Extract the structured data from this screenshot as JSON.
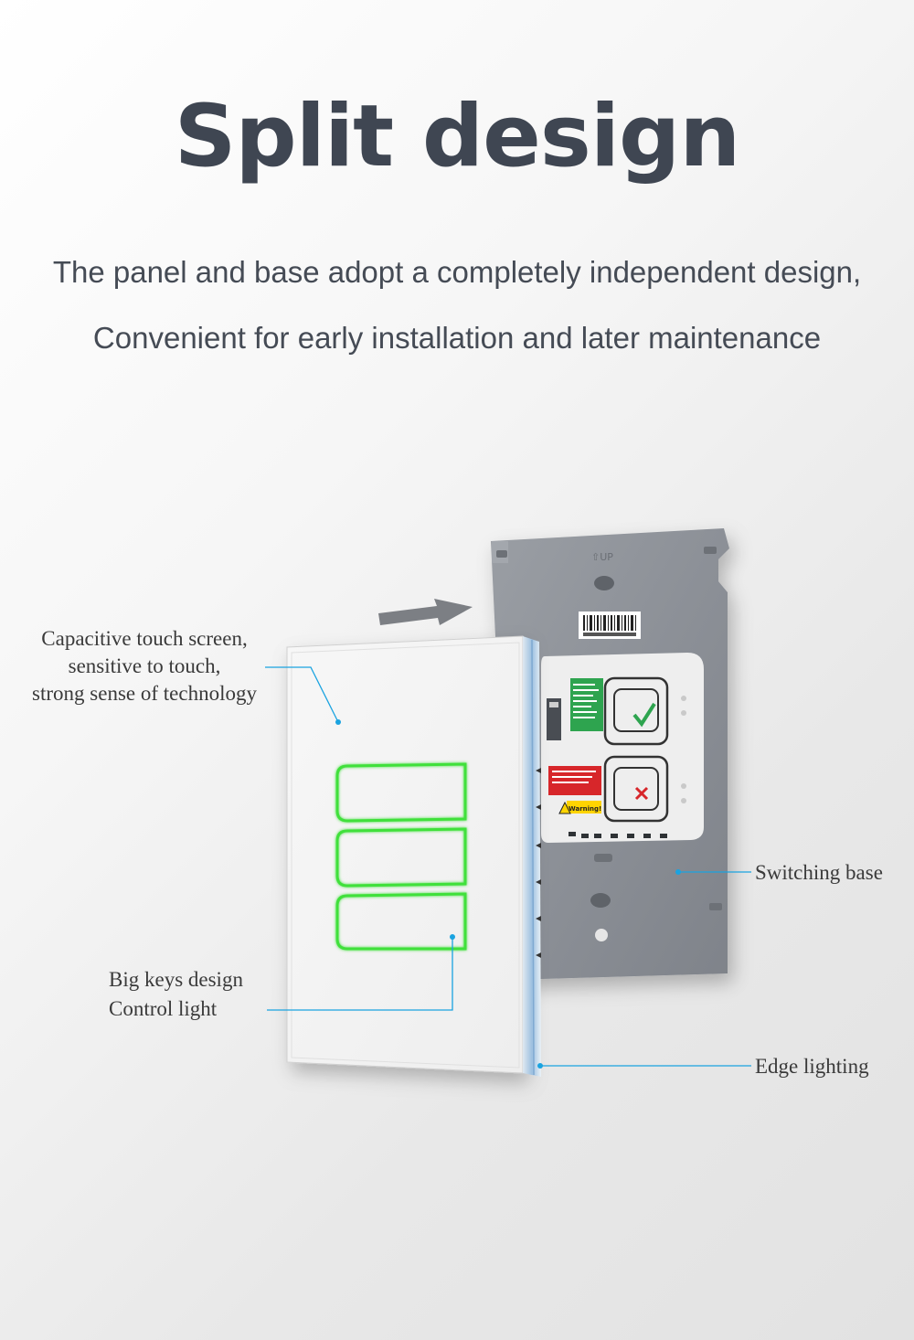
{
  "header": {
    "title": "Split design",
    "subtitle_line1": "The panel and base adopt a completely independent design,",
    "subtitle_line2": "Convenient for early installation and later maintenance"
  },
  "callouts": {
    "touch_screen": {
      "line1": "Capacitive touch screen,",
      "line2": "sensitive to touch,",
      "line3": "strong sense of technology"
    },
    "big_keys": {
      "line1": "Big keys design",
      "line2": "Control light"
    },
    "switching_base": "Switching base",
    "edge_lighting": "Edge lighting"
  },
  "base_labels": {
    "up_mark": "⇧UP",
    "warning": "Warning!"
  },
  "colors": {
    "accent_line": "#1aa3e0",
    "key_glow": "#3fe03a",
    "title": "#3f4652",
    "edge_light": "#9cc0e0"
  }
}
